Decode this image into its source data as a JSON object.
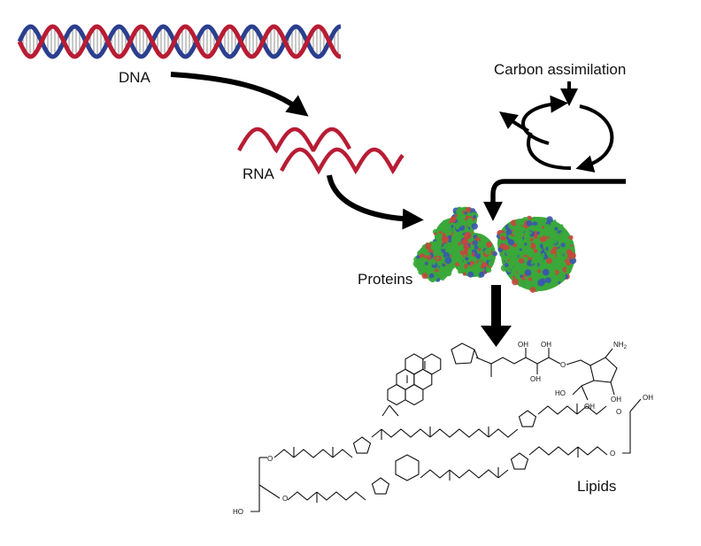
{
  "labels": {
    "dna": "DNA",
    "rna": "RNA",
    "carbon": "Carbon assimilation",
    "proteins": "Proteins",
    "lipids": "Lipids"
  },
  "chem_labels": {
    "oh": "OH",
    "nh2": "NH",
    "nh2_sub": "2",
    "ho": "HO",
    "o": "O"
  },
  "colors": {
    "dna_red": "#b81c34",
    "dna_blue": "#2b3f8f",
    "rna_red": "#b81c34",
    "arrow": "#000000",
    "protein_green": "#3aa83a",
    "protein_red": "#c8463c",
    "protein_blue": "#3a55b0"
  }
}
